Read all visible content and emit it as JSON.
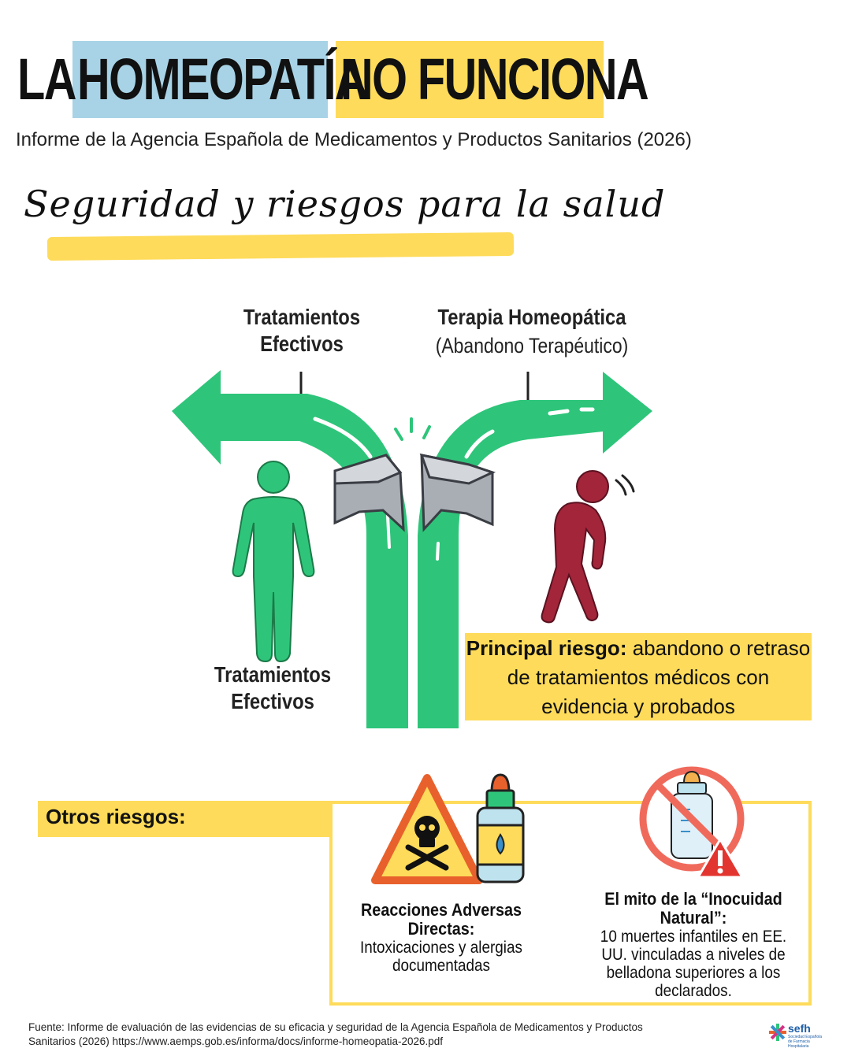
{
  "header": {
    "title_part1": "LA",
    "title_part2": "HOMEOPATÍA",
    "title_part3": "NO FUNCIONA",
    "subtitle": "Informe de la Agencia Española de Medicamentos y Productos Sanitarios (2026)",
    "section_title": "Seguridad y riesgos para la salud"
  },
  "illustration": {
    "left_top_label": "Tratamientos Efectivos",
    "right_top_label": "Terapia Homeopática",
    "right_top_sublabel": "(Abandono Terapéutico)",
    "left_bottom_label": "Tratamientos Efectivos"
  },
  "principal": {
    "label": "Principal riesgo:",
    "text": "abandono o retraso de tratamientos médicos con evidencia y probados"
  },
  "otros": {
    "label": "Otros riesgos:",
    "card1_title": "Reacciones Adversas Directas:",
    "card1_text": "Intoxicaciones y alergias documentadas",
    "card2_title": "El mito de la “Inocuidad Natural”:",
    "card2_text": "10 muertes infantiles en EE. UU. vinculadas a niveles de belladona superiores a los declarados."
  },
  "footer": {
    "source": "Fuente: Informe de evaluación de las evidencias de su eficacia y seguridad de la Agencia Española de Medicamentos y Productos Sanitarios (2026) https://www.aemps.gob.es/informa/docs/informe-homeopatia-2026.pdf",
    "logo_text": "sefh",
    "logo_subtext": "Sociedad Española de Farmacia Hospitalaria"
  },
  "colors": {
    "blue_highlight": "#a8d3e6",
    "yellow_highlight": "#fedb5a",
    "road_green": "#2ec57a",
    "sick_red": "#a3253a",
    "warning_orange": "#e8612c"
  },
  "icons": [
    "fork-road-icon",
    "healthy-person-icon",
    "sick-person-icon",
    "skull-warning-icon",
    "dropper-bottle-icon",
    "prohibited-bottle-icon",
    "alert-triangle-icon"
  ]
}
